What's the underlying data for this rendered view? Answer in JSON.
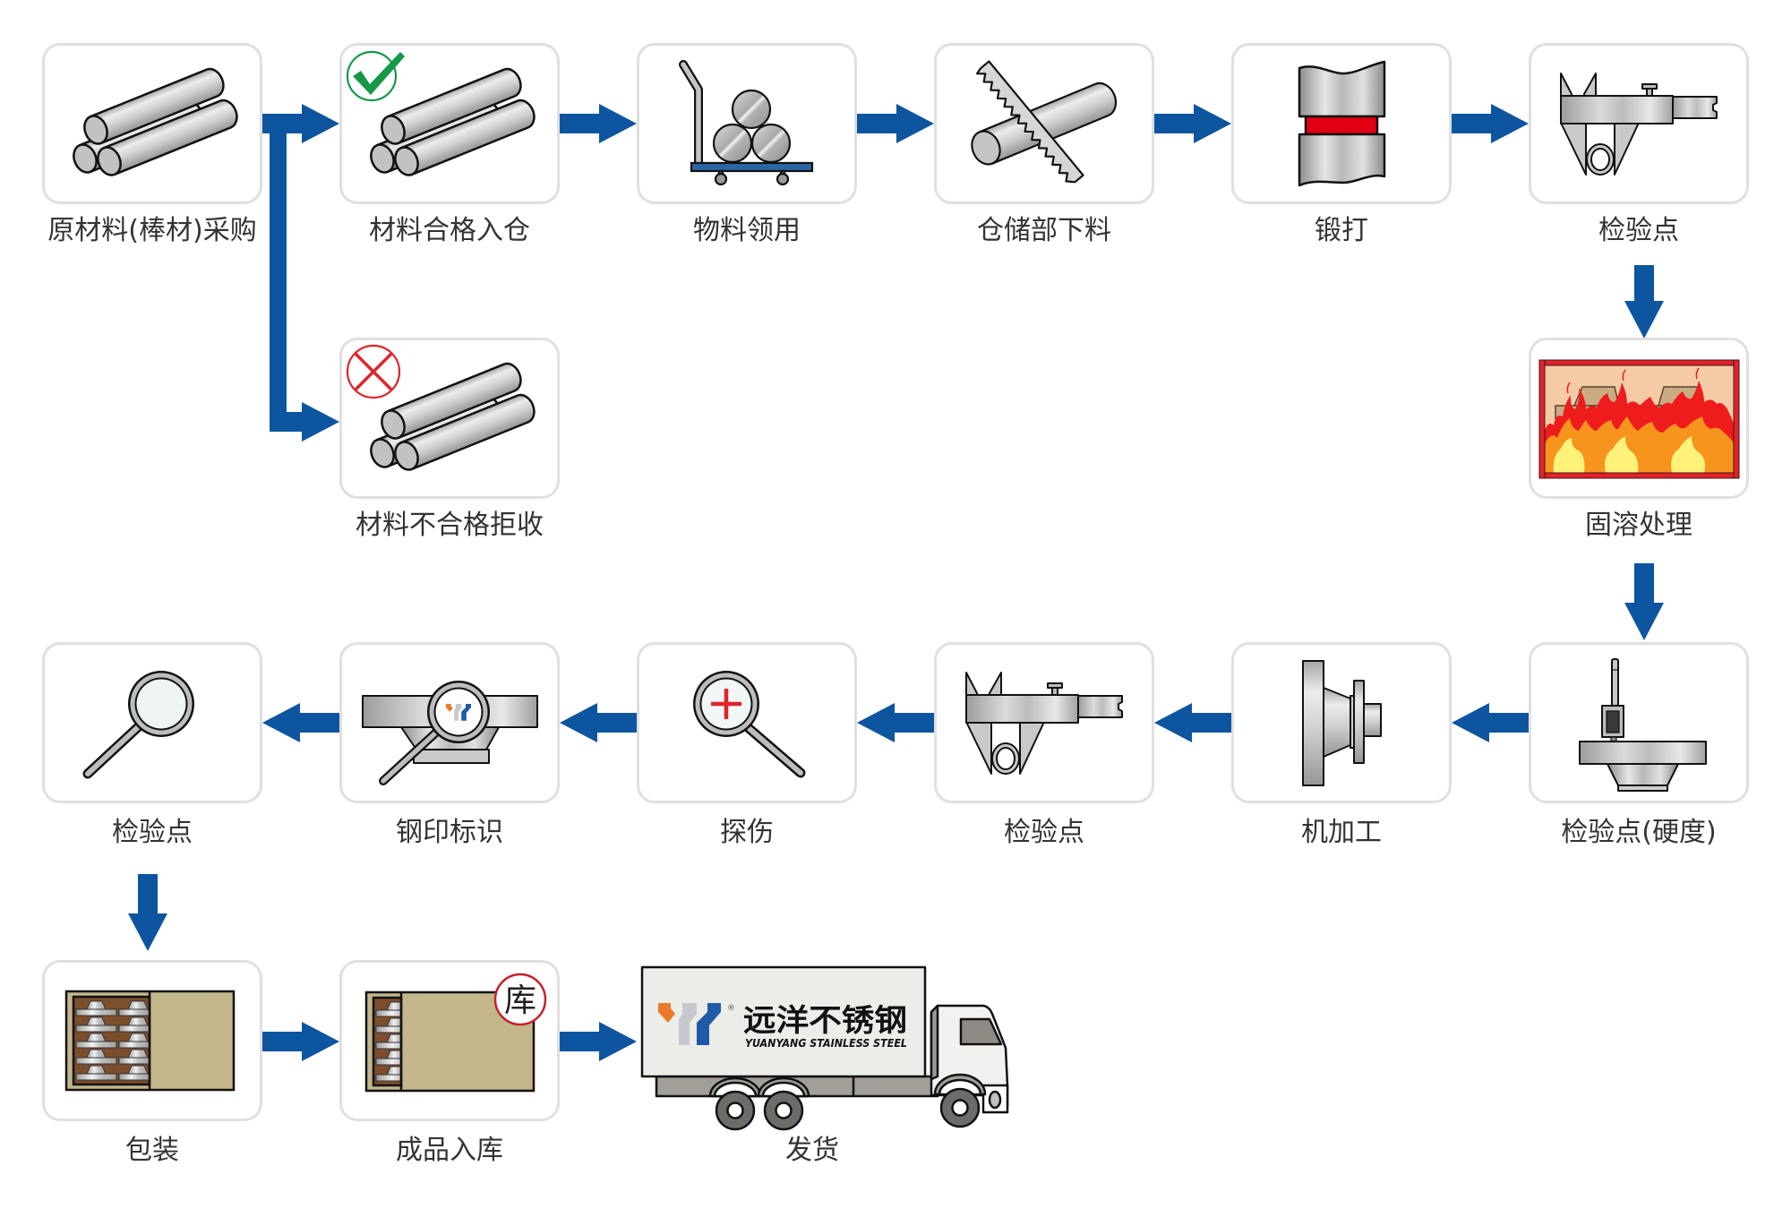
{
  "diagram": {
    "type": "process-flow",
    "steps": [
      {
        "key": "raw-material-purchase",
        "label": "原材料(棒材)采购",
        "icon": "steel-bars-icon"
      },
      {
        "key": "material-accepted",
        "label": "材料合格入仓",
        "icon": "steel-bars-icon",
        "badge": "pass-check-icon"
      },
      {
        "key": "material-rejected",
        "label": "材料不合格拒收",
        "icon": "steel-bars-icon",
        "badge": "reject-cross-icon"
      },
      {
        "key": "material-requisition",
        "label": "物料领用",
        "icon": "material-cart-icon"
      },
      {
        "key": "warehouse-cutting",
        "label": "仓储部下料",
        "icon": "saw-cutting-icon"
      },
      {
        "key": "forging",
        "label": "锻打",
        "icon": "forging-icon"
      },
      {
        "key": "inspection-1",
        "label": "检验点",
        "icon": "caliper-icon"
      },
      {
        "key": "solution-treatment",
        "label": "固溶处理",
        "icon": "furnace-icon"
      },
      {
        "key": "hardness-inspection",
        "label": "检验点(硬度)",
        "icon": "hardness-tester-icon"
      },
      {
        "key": "machining",
        "label": "机加工",
        "icon": "machined-flange-icon"
      },
      {
        "key": "inspection-2",
        "label": "检验点",
        "icon": "caliper-icon"
      },
      {
        "key": "flaw-detection",
        "label": "探伤",
        "icon": "flaw-detection-icon"
      },
      {
        "key": "steel-stamp-marking",
        "label": "钢印标识",
        "icon": "stamp-mark-icon"
      },
      {
        "key": "inspection-3",
        "label": "检验点",
        "icon": "magnifier-icon"
      },
      {
        "key": "packaging",
        "label": "包装",
        "icon": "package-icon"
      },
      {
        "key": "finished-goods-warehousing",
        "label": "成品入库",
        "icon": "warehouse-package-icon",
        "badge_text": "库"
      },
      {
        "key": "shipping",
        "label": "发货",
        "icon": "truck-icon"
      }
    ],
    "connections": [
      [
        "raw-material-purchase",
        "material-accepted"
      ],
      [
        "raw-material-purchase",
        "material-rejected"
      ],
      [
        "material-accepted",
        "material-requisition"
      ],
      [
        "material-requisition",
        "warehouse-cutting"
      ],
      [
        "warehouse-cutting",
        "forging"
      ],
      [
        "forging",
        "inspection-1"
      ],
      [
        "inspection-1",
        "solution-treatment"
      ],
      [
        "solution-treatment",
        "hardness-inspection"
      ],
      [
        "hardness-inspection",
        "machining"
      ],
      [
        "machining",
        "inspection-2"
      ],
      [
        "inspection-2",
        "flaw-detection"
      ],
      [
        "flaw-detection",
        "steel-stamp-marking"
      ],
      [
        "steel-stamp-marking",
        "inspection-3"
      ],
      [
        "inspection-3",
        "packaging"
      ],
      [
        "packaging",
        "finished-goods-warehousing"
      ],
      [
        "finished-goods-warehousing",
        "shipping"
      ]
    ]
  },
  "truck": {
    "brand_cn": "远洋不锈钢",
    "brand_en": "YUANYANG STAINLESS STEEL",
    "registered_mark": "®"
  },
  "colors": {
    "arrow": "#0e55a0",
    "box-border": "#e0e0e0",
    "label-text": "#333333",
    "pass": "#159947",
    "reject": "#e0242b",
    "forge-band": "#e00012",
    "furnace-frame": "#e3222a",
    "brand-orange": "#ea7a2b",
    "brand-gray": "#c7c8ce",
    "brand-blue": "#1f5aa8"
  }
}
